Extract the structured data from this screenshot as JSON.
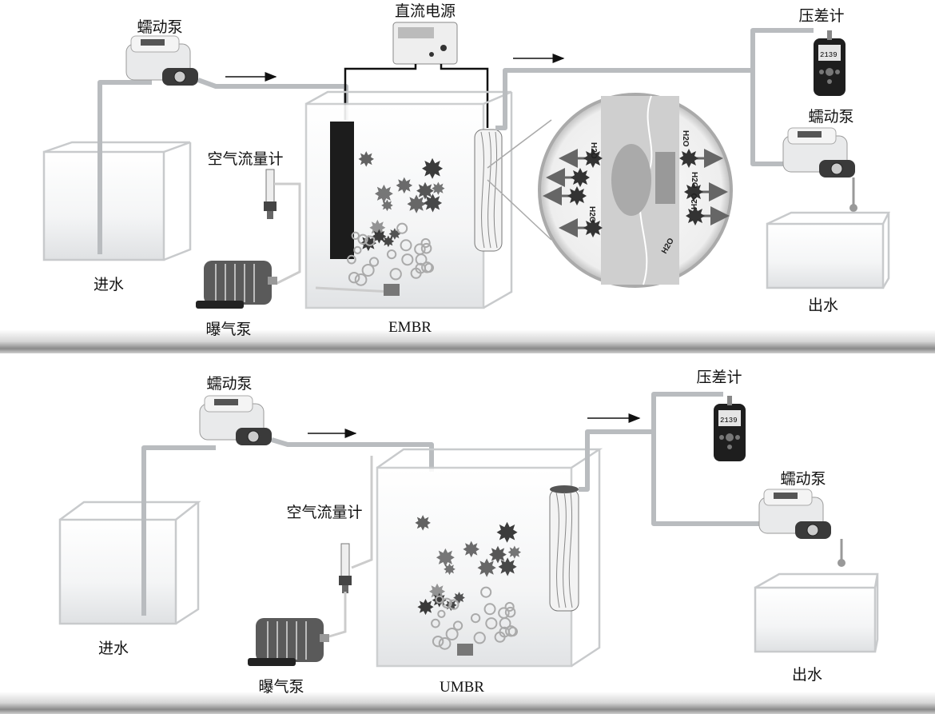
{
  "top_panel": {
    "reactor_label": "EMBR",
    "feed_pump_label": "蠕动泵",
    "power_supply_label": "直流电源",
    "pressure_gauge_label": "压差计",
    "effluent_pump_label": "蠕动泵",
    "air_flowmeter_label": "空气流量计",
    "influent_label": "进水",
    "aeration_pump_label": "曝气泵",
    "effluent_label": "出水",
    "inset_labels": [
      "H2O",
      "H2O",
      "H2O",
      "H2O",
      "H2O",
      "H2O"
    ]
  },
  "bottom_panel": {
    "reactor_label": "UMBR",
    "feed_pump_label": "蠕动泵",
    "pressure_gauge_label": "压差计",
    "effluent_pump_label": "蠕动泵",
    "air_flowmeter_label": "空气流量计",
    "influent_label": "进水",
    "aeration_pump_label": "曝气泵",
    "effluent_label": "出水"
  },
  "gauge_reading": "2139"
}
